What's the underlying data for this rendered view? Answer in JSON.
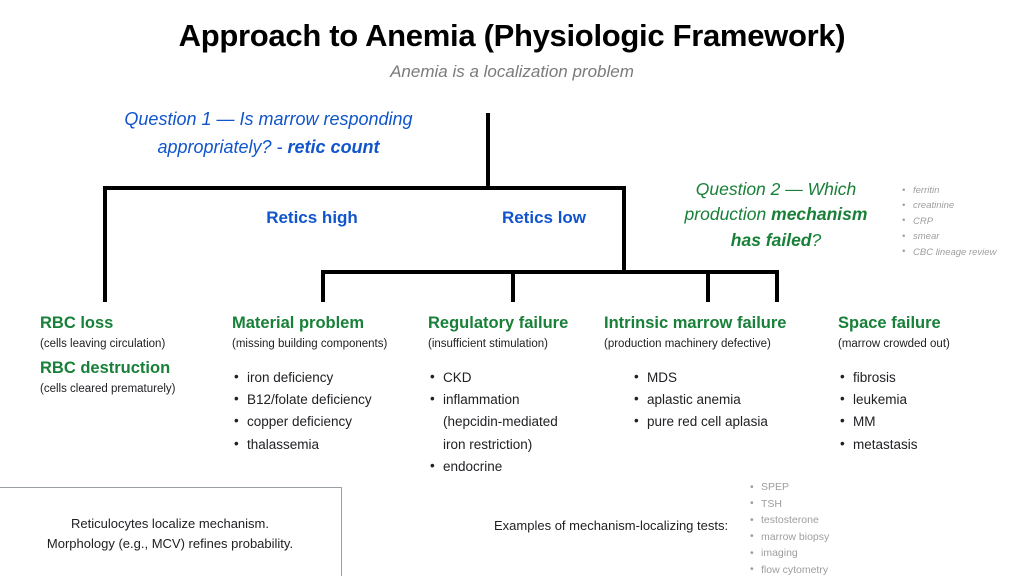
{
  "header": {
    "title": "Approach to Anemia (Physiologic Framework)",
    "subtitle": "Anemia is a localization problem"
  },
  "questions": {
    "q1": {
      "line1": "Question 1 —  Is marrow responding",
      "line2_prefix": "appropriately? - ",
      "line2_bold": "retic count",
      "color": "#1155cc"
    },
    "q2": {
      "line1": "Question 2 — Which",
      "line2_prefix": "production ",
      "line2_bold": "mechanism",
      "line3_bold": "has failed",
      "line3_suffix": "?",
      "color": "#188038",
      "tests": [
        "ferritin",
        "creatinine",
        "CRP",
        "smear",
        "CBC lineage review"
      ]
    }
  },
  "branches": {
    "retics_high": "Retics high",
    "retics_low": "Retics low"
  },
  "categories": [
    {
      "id": "rbc",
      "heading": "RBC loss",
      "subtext": "(cells leaving circulation)",
      "heading2": "RBC destruction",
      "subtext2": "(cells cleared prematurely)",
      "items": []
    },
    {
      "id": "material",
      "heading": "Material problem",
      "subtext": "(missing building components)",
      "items": [
        "iron deficiency",
        "B12/folate deficiency",
        "copper deficiency",
        "thalassemia"
      ]
    },
    {
      "id": "regulatory",
      "heading": "Regulatory failure",
      "subtext": "(insufficient stimulation)",
      "items": [
        "CKD",
        "inflammation",
        "endocrine"
      ],
      "item_continuations": {
        "inflammation": [
          "(hepcidin-mediated",
          "iron restriction)"
        ]
      }
    },
    {
      "id": "intrinsic",
      "heading": "Intrinsic marrow failure",
      "subtext": "(production machinery defective)",
      "items": [
        "MDS",
        "aplastic anemia",
        "pure red cell aplasia"
      ]
    },
    {
      "id": "space",
      "heading": "Space failure",
      "subtext": "(marrow crowded out)",
      "items": [
        "fibrosis",
        "leukemia",
        "MM",
        "metastasis"
      ]
    }
  ],
  "footer": {
    "takeaway_line1": "Reticulocytes localize mechanism.",
    "takeaway_line2": "Morphology (e.g., MCV) refines probability.",
    "examples_label": "Examples of mechanism-localizing tests:",
    "example_tests": [
      "SPEP",
      "TSH",
      "testosterone",
      "marrow biopsy",
      "imaging",
      "flow cytometry"
    ]
  },
  "colors": {
    "green": "#188038",
    "blue": "#1155cc",
    "gray": "#9e9e9e",
    "line": "#000000"
  }
}
